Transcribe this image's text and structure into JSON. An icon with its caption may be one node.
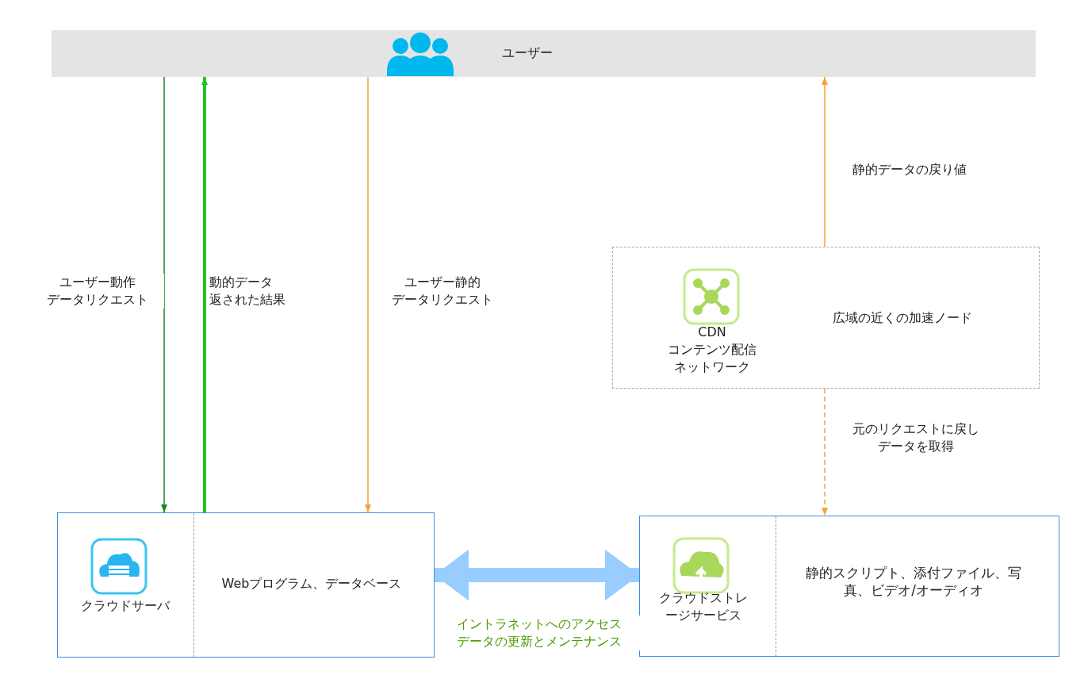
{
  "diagram": {
    "nodes": [
      {
        "text": [
          "ユーザー"
        ]
      },
      {
        "text": [
          "クラウドサーバ",
          "Webプログラム、データベース"
        ]
      },
      {
        "text": [
          "CDNコンテンツ配信ネットワーク",
          "広域の近くの加速ノード"
        ]
      },
      {
        "text": [
          "クラウドストレージサービス",
          "静的スクリプト、添付ファイル、写真、ビデオ/オーディオ"
        ]
      }
    ],
    "edges": [
      {
        "from": 0,
        "to": 1,
        "arrow": "to",
        "label": "ユーザー動作データリクエスト",
        "color": "#1a8a1a"
      },
      {
        "from": 1,
        "to": 0,
        "arrow": "to",
        "label": "動的データ返された結果",
        "style": "thick",
        "color": "#22c322"
      },
      {
        "from": 0,
        "to": 1,
        "arrow": "to",
        "label": "ユーザー静的データリクエスト"
      },
      {
        "from": 2,
        "to": 0,
        "arrow": "to",
        "label": "静的データの戻り値"
      },
      {
        "from": 2,
        "to": 3,
        "arrow": "to",
        "label": "元のリクエストに戻しデータを取得",
        "style": "dashed"
      },
      {
        "from": 1,
        "to": 3,
        "arrow": "both",
        "label": "イントラネットへのアクセスデータの更新とメンテナンス",
        "style": "thick",
        "color": "#99ccff"
      }
    ]
  }
}
